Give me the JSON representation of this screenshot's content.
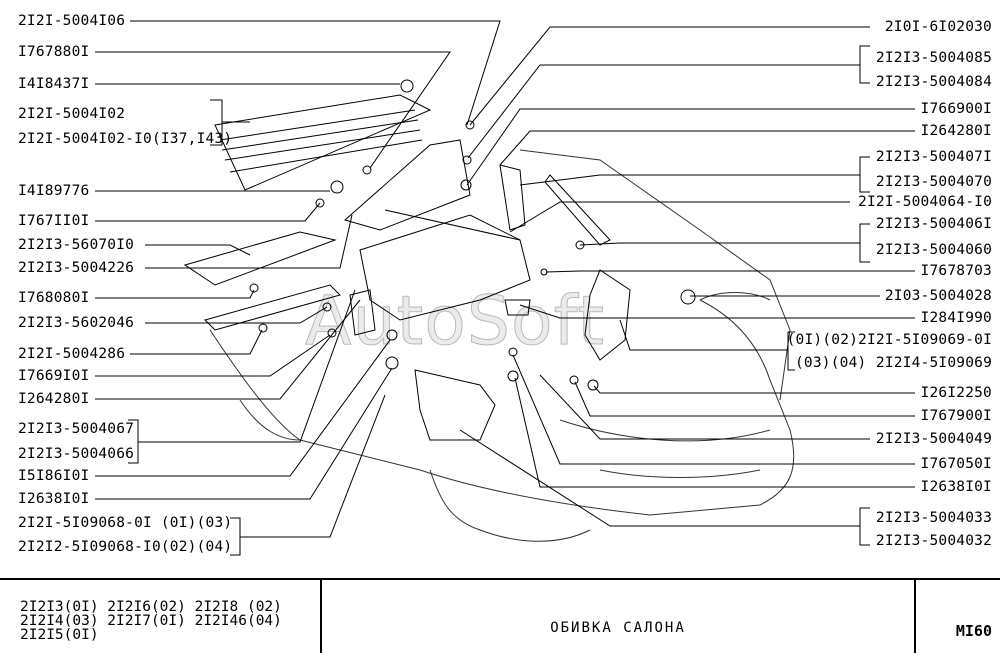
{
  "left_labels": [
    "2I2I-5004I06",
    "I767880I",
    "I4I8437I",
    "2I2I-5004I02",
    "2I2I-5004I02-I0(I37,I43)",
    "I4I89776",
    "I767II0I",
    "2I2I3-56070I0",
    "2I2I3-5004226",
    "I768080I",
    "2I2I3-5602046",
    "2I2I-5004286",
    "I7669I0I",
    "I264280I",
    "2I2I3-5004067",
    "2I2I3-5004066",
    "I5I86I0I",
    "I2638I0I",
    "2I2I-5I09068-0I (0I)(03)",
    "2I2I2-5I09068-I0(02)(04)"
  ],
  "right_labels": [
    "2I0I-6I02030",
    "2I2I3-5004085",
    "2I2I3-5004084",
    "I766900I",
    "I264280I",
    "2I2I3-500407I",
    "2I2I3-5004070",
    "2I2I-5004064-I0",
    "2I2I3-500406I",
    "2I2I3-5004060",
    "I7678703",
    "2I03-5004028",
    "I284I990",
    "(0I)(02)2I2I-5I09069-0I",
    "(03)(04)",
    "2I2I4-5I09069",
    "I26I2250",
    "I767900I",
    "2I2I3-5004049",
    "I767050I",
    "I2638I0I",
    "2I2I3-5004033",
    "2I2I3-5004032"
  ],
  "footer": {
    "models": [
      "2I2I3(0I)  2I2I6(02)  2I2I8 (02)",
      "2I2I4(03)  2I2I7(0I)  2I2I46(04)",
      "2I2I5(0I)"
    ],
    "title": "ОБИВКА  САЛОНА",
    "code": "MI60"
  },
  "watermark": "AutoSoft"
}
